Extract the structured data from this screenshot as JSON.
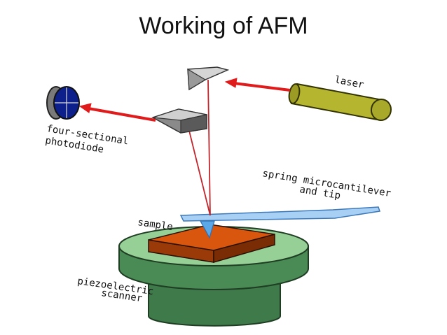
{
  "title": "Working of AFM",
  "labels": {
    "laser": "laser",
    "photodiode_line1": "four-sectional",
    "photodiode_line2": "photodiode",
    "cantilever_line1": "spring microcantilever",
    "cantilever_line2": "and tip",
    "sample": "sample",
    "scanner_line1": "piezoelectric",
    "scanner_line2": "scanner"
  },
  "colors": {
    "laser_beam": "#e01b1b",
    "laser_body": "#b5b530",
    "photodiode": "#0d1f8a",
    "cantilever": "#a8d0f5",
    "sample_top": "#d9560f",
    "scanner_top": "#96d096",
    "scanner_body": "#3f7a4a"
  }
}
